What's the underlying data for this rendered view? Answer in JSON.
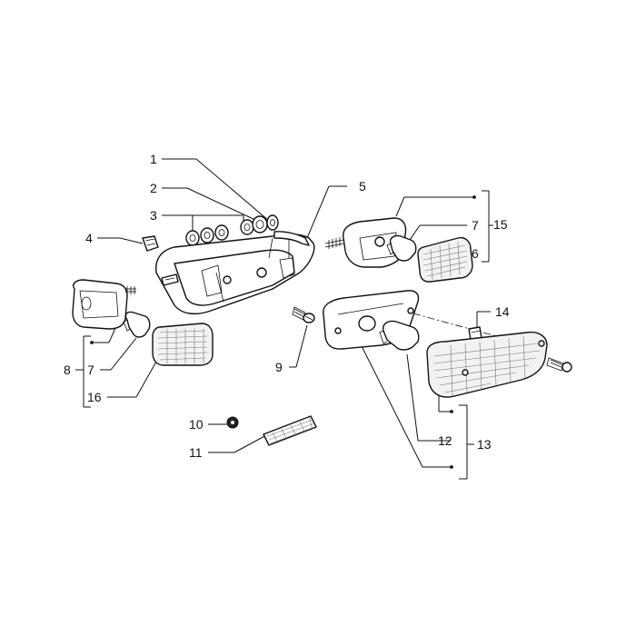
{
  "callouts": [
    {
      "id": "c1",
      "text": "1"
    },
    {
      "id": "c2",
      "text": "2"
    },
    {
      "id": "c3",
      "text": "3"
    },
    {
      "id": "c4",
      "text": "4"
    },
    {
      "id": "c5",
      "text": "5"
    },
    {
      "id": "c6",
      "text": "6"
    },
    {
      "id": "c7a",
      "text": "7"
    },
    {
      "id": "c7b",
      "text": "7"
    },
    {
      "id": "c8",
      "text": "8"
    },
    {
      "id": "c9",
      "text": "9"
    },
    {
      "id": "c10",
      "text": "10"
    },
    {
      "id": "c11",
      "text": "11"
    },
    {
      "id": "c12",
      "text": "12"
    },
    {
      "id": "c13",
      "text": "13"
    },
    {
      "id": "c14",
      "text": "14"
    },
    {
      "id": "c15",
      "text": "15"
    },
    {
      "id": "c16",
      "text": "16"
    }
  ]
}
